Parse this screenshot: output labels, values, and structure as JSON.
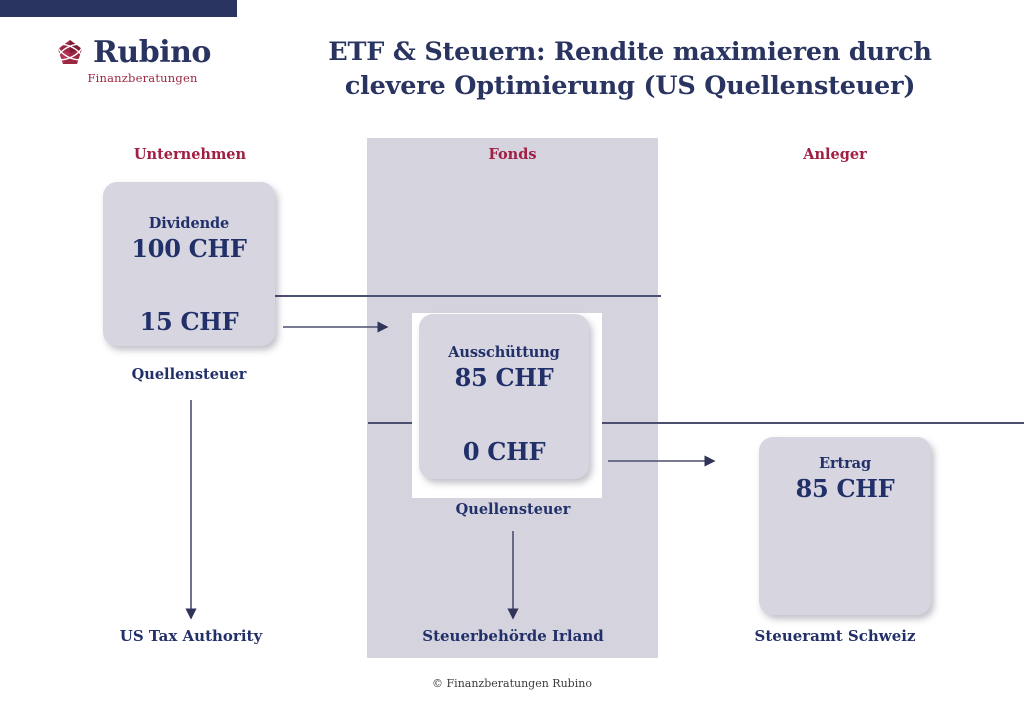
{
  "brand": {
    "name": "Rubino",
    "tagline": "Finanzberatungen",
    "logo_icon": "rubino-diamond-icon",
    "navy": "#2a3460",
    "maroon": "#9c2743"
  },
  "header": {
    "title_line1": "ETF & Steuern: Rendite maximieren durch",
    "title_line2": "clevere Optimierung (US Quellensteuer)"
  },
  "columns": [
    {
      "key": "unternehmen",
      "label": "Unternehmen"
    },
    {
      "key": "fonds",
      "label": "Fonds"
    },
    {
      "key": "anleger",
      "label": "Anleger"
    }
  ],
  "cards": [
    {
      "id": "unternehmen-card",
      "caption": "Dividende",
      "amount": "100 CHF",
      "tax_amount": "15 CHF",
      "under_label": "Quellensteuer"
    },
    {
      "id": "fonds-card",
      "caption": "Ausschüttung",
      "amount": "85 CHF",
      "tax_amount": "0 CHF",
      "under_label": "Quellensteuer"
    },
    {
      "id": "anleger-card",
      "caption": "Ertrag",
      "amount": "85 CHF"
    }
  ],
  "authorities": [
    {
      "key": "us",
      "label": "US Tax Authority"
    },
    {
      "key": "ie",
      "label": "Steuerbehörde Irland"
    },
    {
      "key": "ch",
      "label": "Steueramt Schweiz"
    }
  ],
  "footer": {
    "copyright": "© Finanzberatungen Rubino"
  },
  "colors": {
    "band": "#d5d4de",
    "card": "#d6d5e0",
    "line": "#4b4f70",
    "text_navy": "#22306a"
  }
}
